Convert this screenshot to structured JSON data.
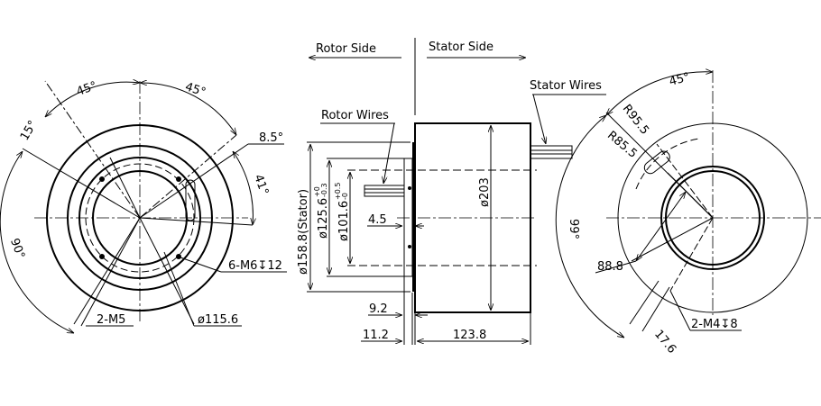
{
  "header": {
    "rotor_side": "Rotor Side",
    "stator_side": "Stator Side"
  },
  "front_view": {
    "angle_45_left": "45°",
    "angle_45_right": "45°",
    "angle_15": "15°",
    "angle_8_5": "8.5°",
    "angle_41": "41°",
    "angle_90": "90°",
    "holes_m6": "6-M6↧12",
    "holes_m5": "2-M5",
    "pcd": "ø115.6"
  },
  "side_view": {
    "rotor_wires": "Rotor Wires",
    "stator_wires": "Stator Wires",
    "dia_stator": "ø158.8(Stator)",
    "dia_125": "ø125.6",
    "dia_125_tol_upper": "+0",
    "dia_125_tol_lower": "-0.3",
    "dia_101": "ø101.6",
    "dia_101_tol_upper": "+0.5",
    "dia_101_tol_lower": "-0",
    "dia_203": "ø203",
    "dim_4_5": "4.5",
    "dim_9_2": "9.2",
    "dim_11_2": "11.2",
    "dim_123_8": "123.8"
  },
  "rear_view": {
    "angle_45": "45°",
    "angle_99": "99°",
    "r95_5": "R95.5",
    "r85_5": "R85.5",
    "dim_88_8": "88.8",
    "holes_m4": "2-M4↧8",
    "dim_17_6": "17.6"
  }
}
